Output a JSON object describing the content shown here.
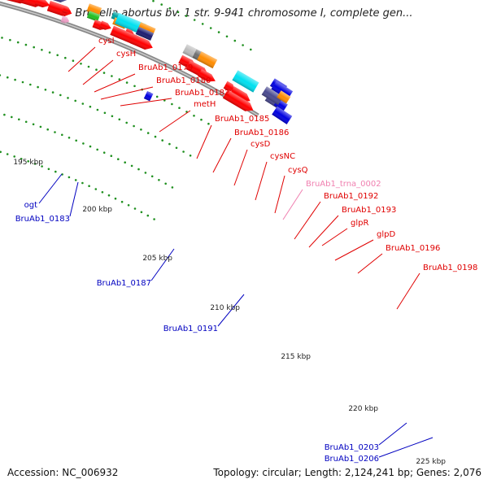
{
  "title": "Brucella abortus bv. 1 str. 9-941 chromosome I, complete gen...",
  "footer": {
    "accession": "Accession: NC_006932",
    "topology": "Topology: circular; Length: 2,124,241 bp; Genes: 2,076"
  },
  "colors": {
    "backbone": "#888888",
    "cds": "#ff0000",
    "rna": "#f0a0c8",
    "label_forward": "#e00000",
    "label_reverse": "#0000c0",
    "label_trna": "#f080b0",
    "tick": "#209020"
  },
  "ticks": [
    "195 kbp",
    "200 kbp",
    "205 kbp",
    "210 kbp",
    "215 kbp",
    "220 kbp",
    "225 kbp"
  ],
  "labels_forward": [
    "cysI",
    "cysH",
    "BruAb1_0179",
    "BruAb1_0180",
    "BruAb1_0182",
    "metH",
    "BruAb1_0185",
    "BruAb1_0186",
    "cysD",
    "cysNC",
    "cysQ",
    "BruAb1_0192",
    "BruAb1_0193",
    "glpR",
    "glpD",
    "BruAb1_0196",
    "BruAb1_0198"
  ],
  "labels_trna": [
    "BruAb1_trna_0002"
  ],
  "labels_reverse": [
    "ogt",
    "BruAb1_0183",
    "BruAb1_0187",
    "BruAb1_0191",
    "BruAb1_0203",
    "BruAb1_0206"
  ]
}
